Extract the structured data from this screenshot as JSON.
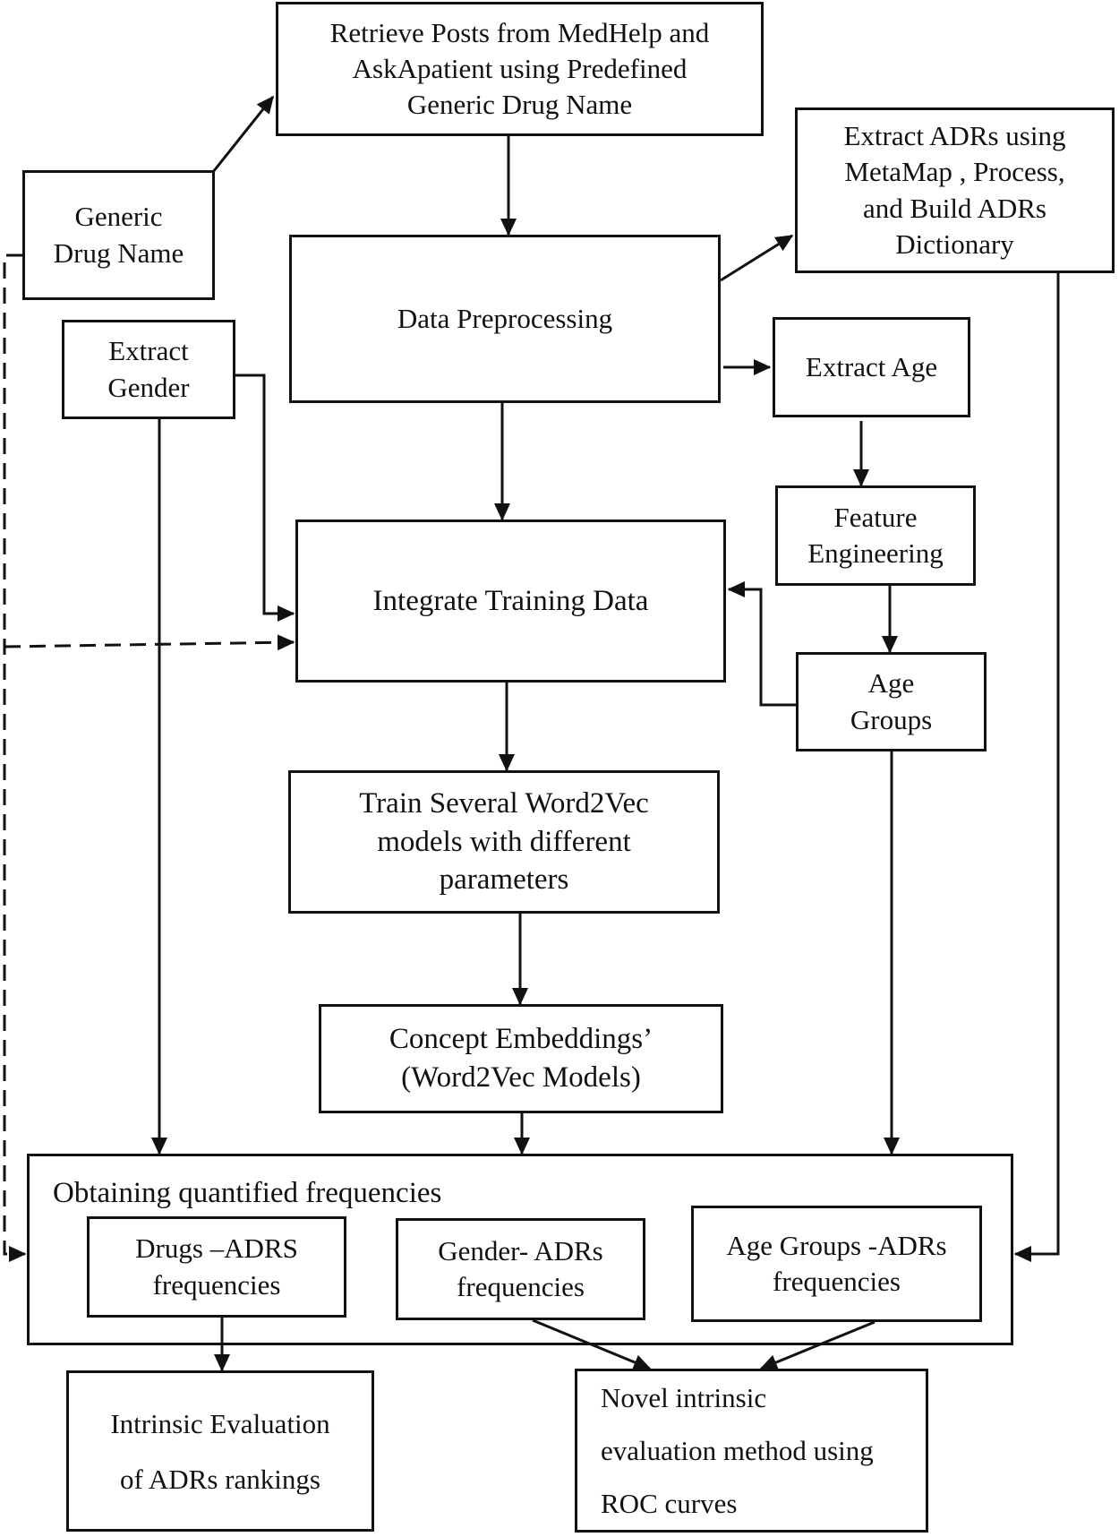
{
  "diagram": {
    "nodes": {
      "retrieve_posts": "Retrieve Posts from MedHelp and\nAskApatient using Predefined\nGeneric Drug Name",
      "extract_adrs": "Extract ADRs using\nMetaMap , Process,\nand Build ADRs\nDictionary",
      "generic_drug_name": "Generic\nDrug Name",
      "data_preprocessing": "Data Preprocessing",
      "extract_gender": "Extract\nGender",
      "extract_age": "Extract Age",
      "feature_engineering": "Feature\nEngineering",
      "integrate_training_data": "Integrate Training Data",
      "age_groups": "Age\nGroups",
      "train_word2vec": "Train Several Word2Vec\nmodels with different\nparameters",
      "concept_embeddings": "Concept Embeddings’\n(Word2Vec Models)",
      "obtaining_frequencies": "Obtaining quantified frequencies",
      "drugs_adrs": "Drugs –ADRS\nfrequencies",
      "gender_adrs": "Gender- ADRs\nfrequencies",
      "age_groups_adrs": "Age Groups -ADRs\nfrequencies",
      "intrinsic_evaluation": "Intrinsic Evaluation\n\nof ADRs rankings",
      "novel_evaluation": "Novel intrinsic\n\nevaluation method using\n\nROC curves"
    },
    "colors": {
      "stroke": "#111111",
      "background": "#ffffff"
    }
  }
}
